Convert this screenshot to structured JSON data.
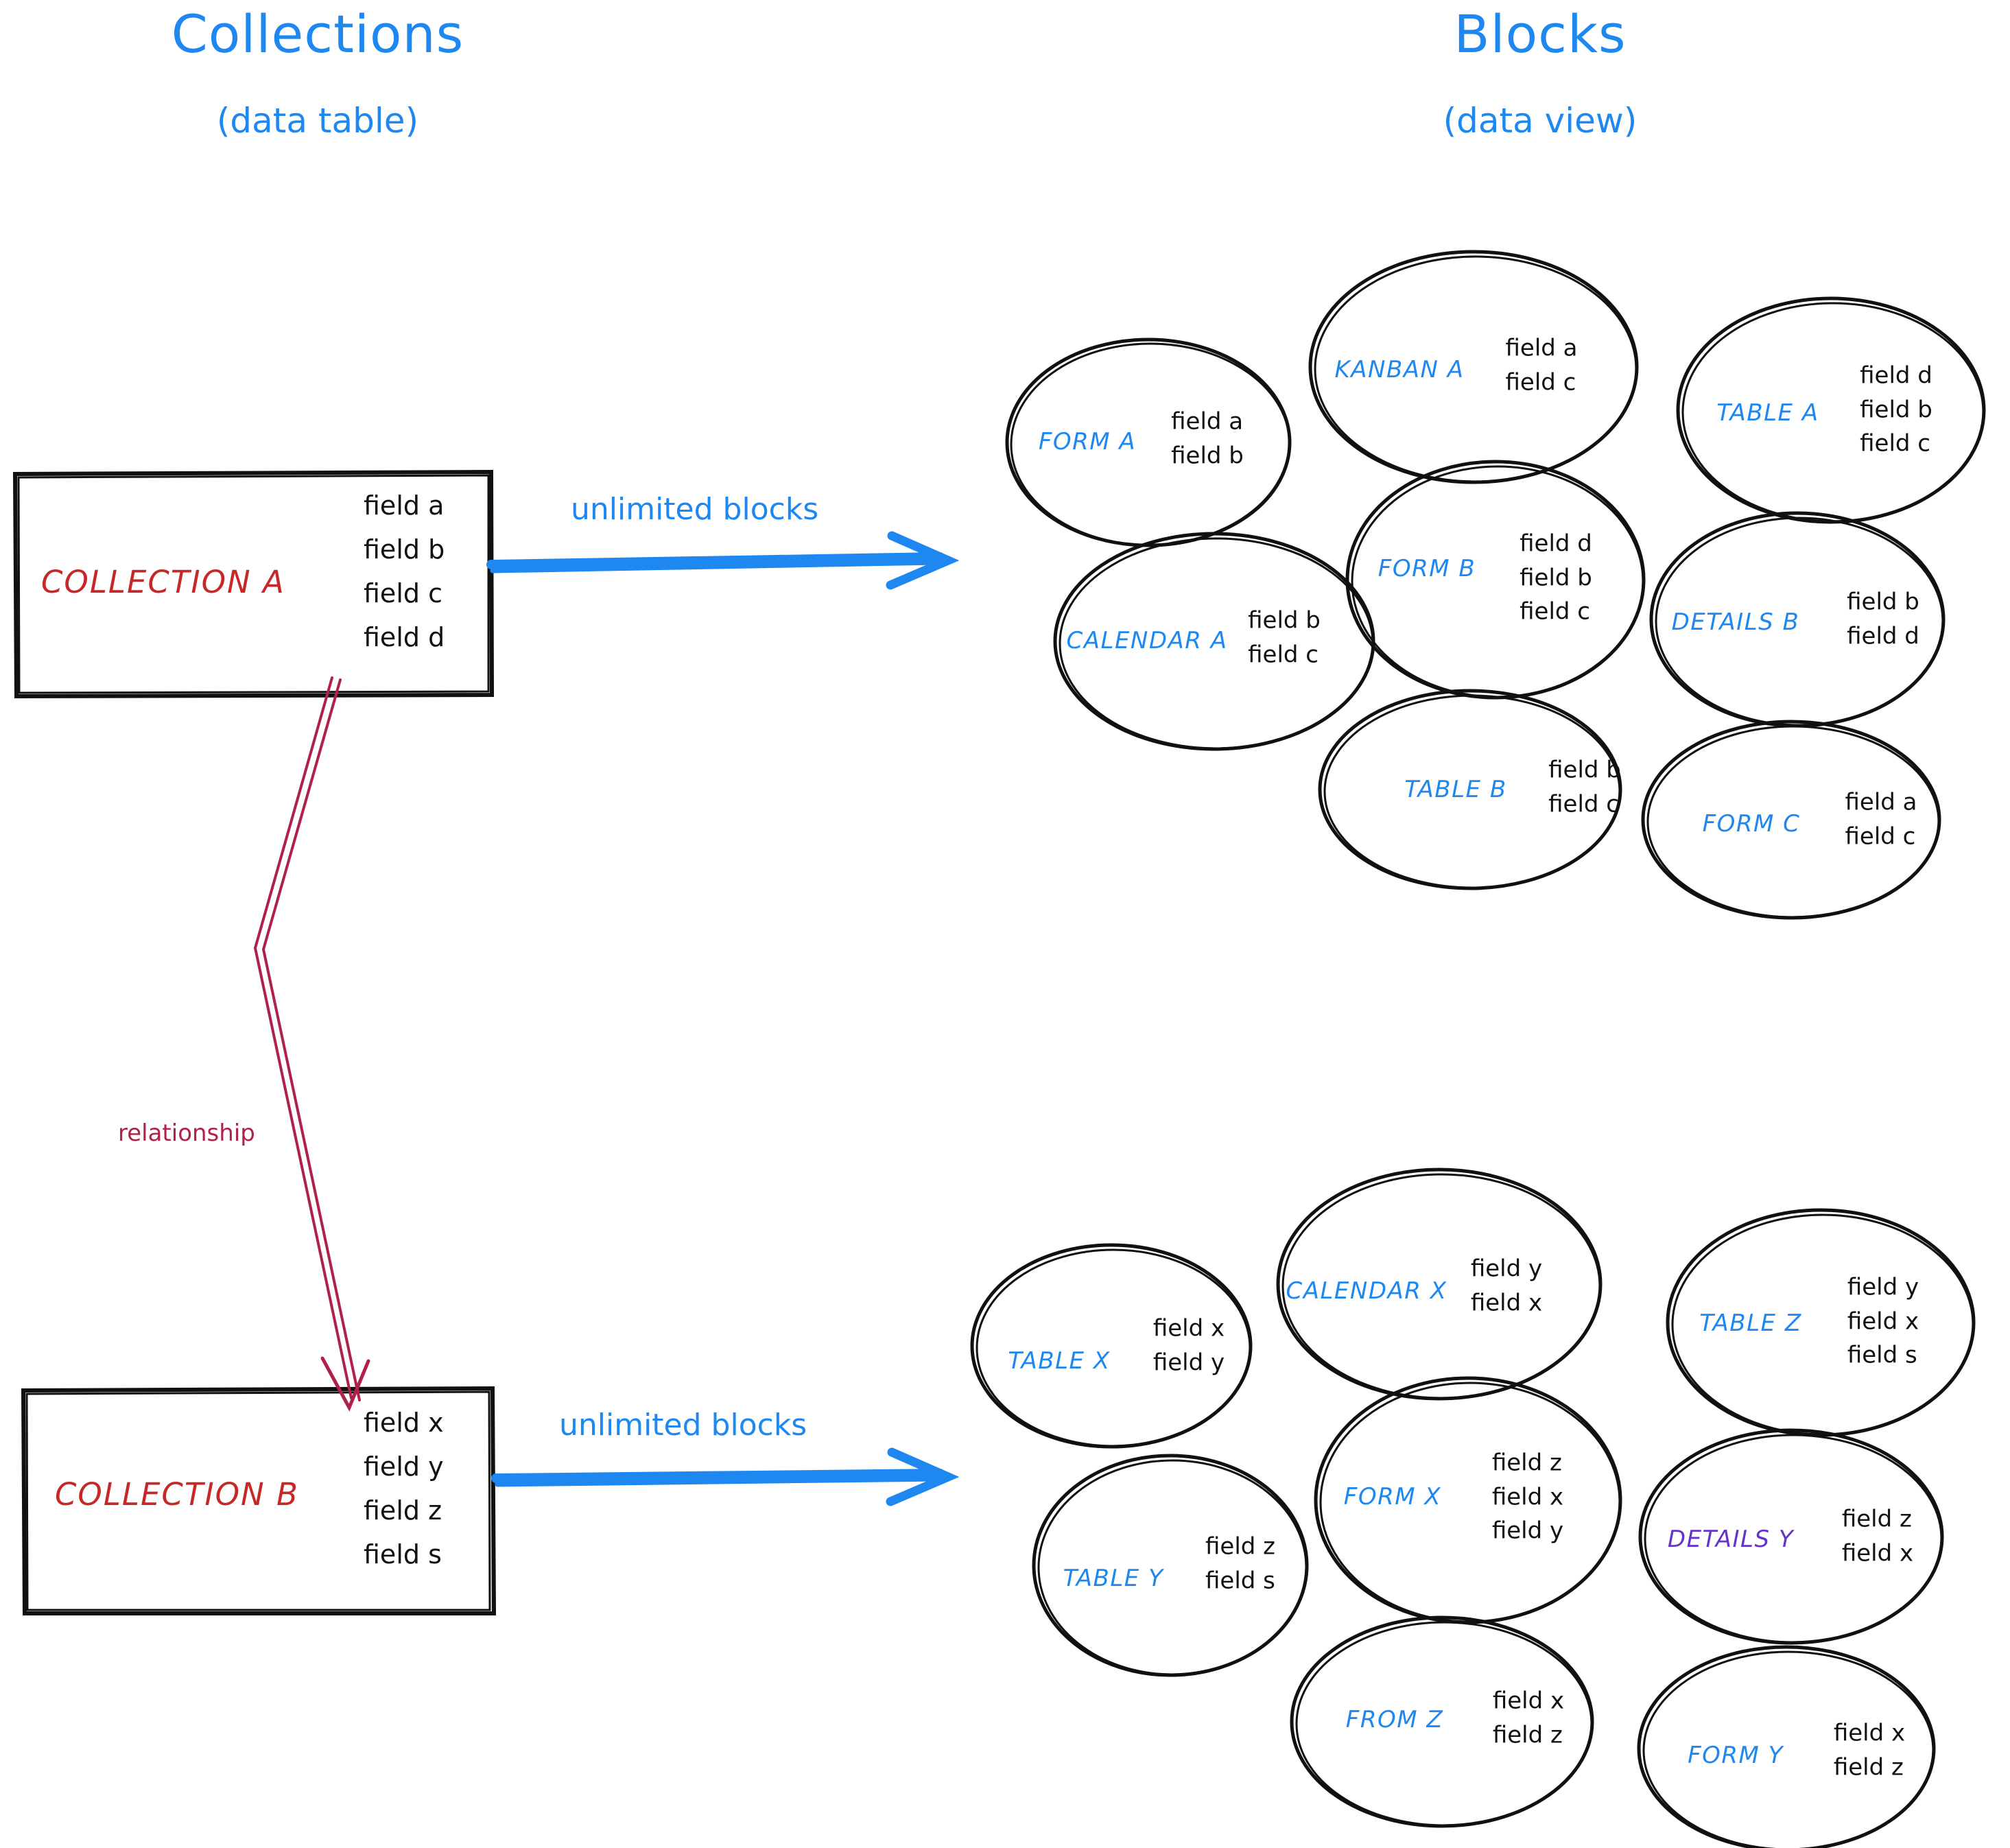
{
  "headers": {
    "left": {
      "title": "Collections",
      "subtitle": "(data table)"
    },
    "right": {
      "title": "Blocks",
      "subtitle": "(data view)"
    }
  },
  "colors": {
    "accent_blue": "#1E88F0",
    "collection_red": "#C62828",
    "relationship_crimson": "#B0214A",
    "details_purple": "#6633CC",
    "stroke_black": "#111111"
  },
  "collections": [
    {
      "name": "COLLECTION A",
      "fields": [
        "field a",
        "field b",
        "field c",
        "field d"
      ],
      "arrow_label": "unlimited blocks"
    },
    {
      "name": "COLLECTION B",
      "fields": [
        "field x",
        "field y",
        "field z",
        "field s"
      ],
      "arrow_label": "unlimited blocks"
    }
  ],
  "relationship": {
    "label": "relationship"
  },
  "blocks_top": [
    {
      "name": "FORM A",
      "fields": [
        "field a",
        "field b"
      ],
      "color": "blue"
    },
    {
      "name": "KANBAN A",
      "fields": [
        "field a",
        "field c"
      ],
      "color": "blue"
    },
    {
      "name": "TABLE A",
      "fields": [
        "field d",
        "field b",
        "field c"
      ],
      "color": "blue"
    },
    {
      "name": "CALENDAR A",
      "fields": [
        "field b",
        "field c"
      ],
      "color": "blue"
    },
    {
      "name": "FORM B",
      "fields": [
        "field d",
        "field b",
        "field c"
      ],
      "color": "blue"
    },
    {
      "name": "DETAILS B",
      "fields": [
        "field b",
        "field d"
      ],
      "color": "blue"
    },
    {
      "name": "TABLE B",
      "fields": [
        "field b",
        "field c"
      ],
      "color": "blue"
    },
    {
      "name": "FORM C",
      "fields": [
        "field a",
        "field c"
      ],
      "color": "blue"
    }
  ],
  "blocks_bottom": [
    {
      "name": "TABLE X",
      "fields": [
        "field x",
        "field y"
      ],
      "color": "blue"
    },
    {
      "name": "CALENDAR X",
      "fields": [
        "field y",
        "field x"
      ],
      "color": "blue"
    },
    {
      "name": "TABLE Z",
      "fields": [
        "field y",
        "field x",
        "field s"
      ],
      "color": "blue"
    },
    {
      "name": "TABLE Y",
      "fields": [
        "field z",
        "field s"
      ],
      "color": "blue"
    },
    {
      "name": "FORM X",
      "fields": [
        "field z",
        "field x",
        "field y"
      ],
      "color": "blue"
    },
    {
      "name": "DETAILS Y",
      "fields": [
        "field z",
        "field x"
      ],
      "color": "purple"
    },
    {
      "name": "FROM Z",
      "fields": [
        "field x",
        "field z"
      ],
      "color": "blue"
    },
    {
      "name": "FORM Y",
      "fields": [
        "field x",
        "field z"
      ],
      "color": "blue"
    }
  ]
}
